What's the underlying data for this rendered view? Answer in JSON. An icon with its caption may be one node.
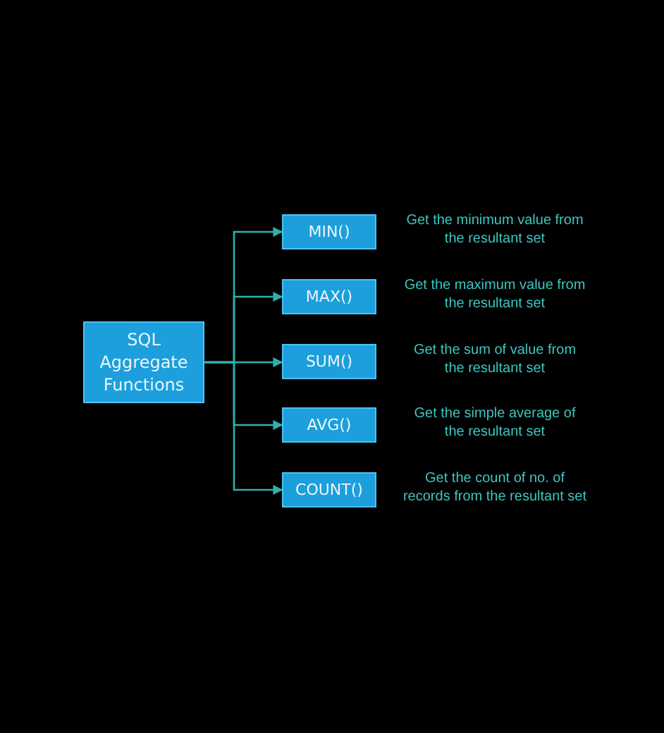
{
  "diagram": {
    "nodes": [
      {
        "text": [
          "SQL Aggregate Functions"
        ]
      },
      {
        "text": [
          "MIN()"
        ],
        "beside": [
          "Get the minimum value from the resultant set"
        ]
      },
      {
        "text": [
          "MAX()"
        ],
        "beside": [
          "Get the maximum value from the resultant set"
        ]
      },
      {
        "text": [
          "SUM()"
        ],
        "beside": [
          "Get the sum of value from the resultant set"
        ]
      },
      {
        "text": [
          "AVG()"
        ],
        "beside": [
          "Get the simple average of the resultant set"
        ]
      },
      {
        "text": [
          "COUNT()"
        ],
        "beside": [
          "Get the count of no. of records from the resultant set"
        ]
      }
    ],
    "edges": [
      {
        "from": 0,
        "to": 1,
        "arrow": "to"
      },
      {
        "from": 0,
        "to": 2,
        "arrow": "to"
      },
      {
        "from": 0,
        "to": 3,
        "arrow": "to"
      },
      {
        "from": 0,
        "to": 4,
        "arrow": "to"
      },
      {
        "from": 0,
        "to": 5,
        "arrow": "to"
      }
    ]
  }
}
